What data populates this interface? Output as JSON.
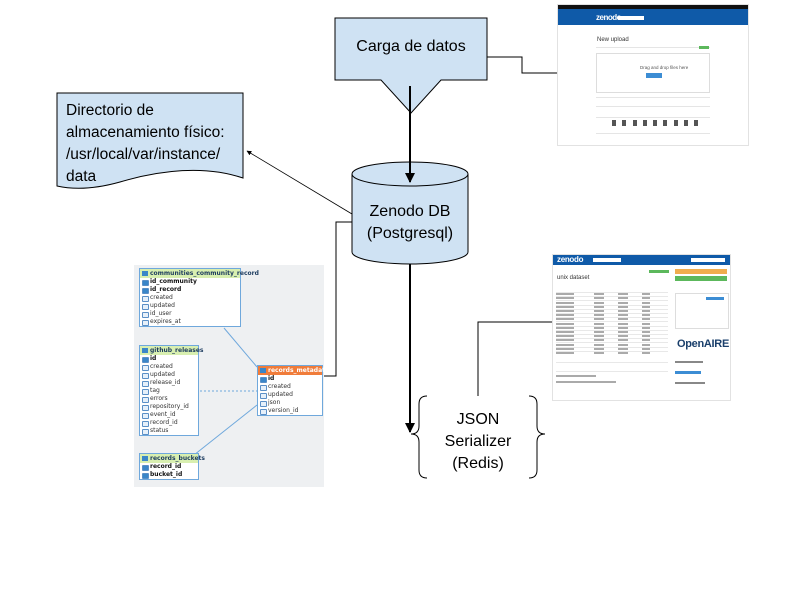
{
  "nodes": {
    "carga": "Carga de datos",
    "directorio": [
      "Directorio de",
      "almacenamiento físico:",
      "/usr/local/var/instance/",
      "data"
    ],
    "db_line1": "Zenodo DB",
    "db_line2": "(Postgresql)",
    "serializer": [
      "JSON",
      "Serializer",
      "(Redis)"
    ]
  },
  "schema": {
    "tables": [
      {
        "name": "communities_community_record",
        "header": "green",
        "rows": [
          {
            "t": "id_community",
            "key": true
          },
          {
            "t": "id_record",
            "key": true
          },
          {
            "t": "created"
          },
          {
            "t": "updated"
          },
          {
            "t": "id_user"
          },
          {
            "t": "expires_at"
          }
        ]
      },
      {
        "name": "github_releases",
        "header": "green",
        "rows": [
          {
            "t": "id",
            "key": true
          },
          {
            "t": "created"
          },
          {
            "t": "updated"
          },
          {
            "t": "release_id"
          },
          {
            "t": "tag"
          },
          {
            "t": "errors"
          },
          {
            "t": "repository_id"
          },
          {
            "t": "event_id"
          },
          {
            "t": "record_id"
          },
          {
            "t": "status"
          }
        ]
      },
      {
        "name": "records_buckets",
        "header": "green",
        "rows": [
          {
            "t": "record_id",
            "key": true
          },
          {
            "t": "bucket_id",
            "key": true
          }
        ]
      },
      {
        "name": "records_metadata",
        "header": "orange",
        "rows": [
          {
            "t": "id",
            "key": true
          },
          {
            "t": "created"
          },
          {
            "t": "updated"
          },
          {
            "t": "json"
          },
          {
            "t": "version_id"
          }
        ]
      }
    ]
  },
  "upload_screenshot": {
    "logo": "zenodo",
    "title": "New upload",
    "drag_text": "Drag and drop files here"
  },
  "record_screenshot": {
    "logo": "zenodo",
    "title": "unix dataset",
    "partner": "OpenAIRE"
  },
  "colors": {
    "shape_fill": "#cfe2f3",
    "shape_stroke": "#000000",
    "zenodo_blue": "#0f5aa8",
    "schema_link": "#6fa8dc"
  }
}
